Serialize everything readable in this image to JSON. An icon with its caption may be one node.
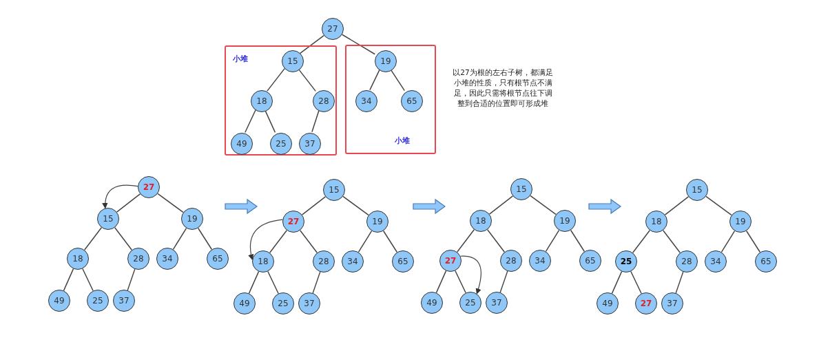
{
  "diagram": {
    "nodes": [
      {
        "text": [
          "27"
        ]
      },
      {
        "text": [
          "小堆"
        ]
      },
      {
        "text": [
          "15"
        ],
        "in": 1
      },
      {
        "text": [
          "18"
        ],
        "in": 1
      },
      {
        "text": [
          "28"
        ],
        "in": 1
      },
      {
        "text": [
          "49"
        ],
        "in": 1
      },
      {
        "text": [
          "25"
        ],
        "in": 1
      },
      {
        "text": [
          "37"
        ],
        "in": 1
      },
      {
        "text": [
          "小堆"
        ]
      },
      {
        "text": [
          "19"
        ],
        "in": 8
      },
      {
        "text": [
          "34"
        ],
        "in": 8
      },
      {
        "text": [
          "65"
        ],
        "in": 8
      },
      {
        "text": [
          "27"
        ]
      },
      {
        "text": [
          "15"
        ]
      },
      {
        "text": [
          "19"
        ]
      },
      {
        "text": [
          "18"
        ]
      },
      {
        "text": [
          "28"
        ]
      },
      {
        "text": [
          "34"
        ]
      },
      {
        "text": [
          "65"
        ]
      },
      {
        "text": [
          "49"
        ]
      },
      {
        "text": [
          "25"
        ]
      },
      {
        "text": [
          "37"
        ]
      },
      {
        "text": [
          "15"
        ]
      },
      {
        "text": [
          "27"
        ]
      },
      {
        "text": [
          "19"
        ]
      },
      {
        "text": [
          "18"
        ]
      },
      {
        "text": [
          "28"
        ]
      },
      {
        "text": [
          "34"
        ]
      },
      {
        "text": [
          "65"
        ]
      },
      {
        "text": [
          "49"
        ]
      },
      {
        "text": [
          "25"
        ]
      },
      {
        "text": [
          "37"
        ]
      },
      {
        "text": [
          "15"
        ]
      },
      {
        "text": [
          "18"
        ]
      },
      {
        "text": [
          "19"
        ]
      },
      {
        "text": [
          "27"
        ]
      },
      {
        "text": [
          "28"
        ]
      },
      {
        "text": [
          "34"
        ]
      },
      {
        "text": [
          "65"
        ]
      },
      {
        "text": [
          "49"
        ]
      },
      {
        "text": [
          "25"
        ]
      },
      {
        "text": [
          "37"
        ]
      },
      {
        "text": [
          "15"
        ]
      },
      {
        "text": [
          "18"
        ]
      },
      {
        "text": [
          "19"
        ]
      },
      {
        "text": [
          "25"
        ]
      },
      {
        "text": [
          "28"
        ]
      },
      {
        "text": [
          "34"
        ]
      },
      {
        "text": [
          "65"
        ]
      },
      {
        "text": [
          "49"
        ]
      },
      {
        "text": [
          "27"
        ]
      },
      {
        "text": [
          "37"
        ]
      }
    ],
    "edges": [
      {
        "from": 0,
        "to": 2,
        "arrow": "none"
      },
      {
        "from": 0,
        "to": 9,
        "arrow": "none"
      },
      {
        "from": 2,
        "to": 3,
        "arrow": "none"
      },
      {
        "from": 2,
        "to": 4,
        "arrow": "none"
      },
      {
        "from": 3,
        "to": 5,
        "arrow": "none"
      },
      {
        "from": 3,
        "to": 6,
        "arrow": "none"
      },
      {
        "from": 4,
        "to": 7,
        "arrow": "none"
      },
      {
        "from": 9,
        "to": 10,
        "arrow": "none"
      },
      {
        "from": 9,
        "to": 11,
        "arrow": "none"
      },
      {
        "from": 12,
        "to": 13,
        "arrow": "none"
      },
      {
        "from": 12,
        "to": 14,
        "arrow": "none"
      },
      {
        "from": 13,
        "to": 15,
        "arrow": "none"
      },
      {
        "from": 13,
        "to": 16,
        "arrow": "none"
      },
      {
        "from": 14,
        "to": 17,
        "arrow": "none"
      },
      {
        "from": 14,
        "to": 18,
        "arrow": "none"
      },
      {
        "from": 15,
        "to": 19,
        "arrow": "none"
      },
      {
        "from": 15,
        "to": 20,
        "arrow": "none"
      },
      {
        "from": 16,
        "to": 21,
        "arrow": "none"
      },
      {
        "from": 12,
        "to": 13,
        "arrow": "to"
      },
      {
        "from": 22,
        "to": 23,
        "arrow": "none"
      },
      {
        "from": 22,
        "to": 24,
        "arrow": "none"
      },
      {
        "from": 23,
        "to": 25,
        "arrow": "none"
      },
      {
        "from": 23,
        "to": 26,
        "arrow": "none"
      },
      {
        "from": 24,
        "to": 27,
        "arrow": "none"
      },
      {
        "from": 24,
        "to": 28,
        "arrow": "none"
      },
      {
        "from": 25,
        "to": 29,
        "arrow": "none"
      },
      {
        "from": 25,
        "to": 30,
        "arrow": "none"
      },
      {
        "from": 26,
        "to": 31,
        "arrow": "none"
      },
      {
        "from": 23,
        "to": 25,
        "arrow": "to"
      },
      {
        "from": 32,
        "to": 33,
        "arrow": "none"
      },
      {
        "from": 32,
        "to": 34,
        "arrow": "none"
      },
      {
        "from": 33,
        "to": 35,
        "arrow": "none"
      },
      {
        "from": 33,
        "to": 36,
        "arrow": "none"
      },
      {
        "from": 34,
        "to": 37,
        "arrow": "none"
      },
      {
        "from": 34,
        "to": 38,
        "arrow": "none"
      },
      {
        "from": 35,
        "to": 39,
        "arrow": "none"
      },
      {
        "from": 35,
        "to": 40,
        "arrow": "none"
      },
      {
        "from": 36,
        "to": 41,
        "arrow": "none"
      },
      {
        "from": 35,
        "to": 40,
        "arrow": "to"
      },
      {
        "from": 42,
        "to": 43,
        "arrow": "none"
      },
      {
        "from": 42,
        "to": 44,
        "arrow": "none"
      },
      {
        "from": 43,
        "to": 45,
        "arrow": "none"
      },
      {
        "from": 43,
        "to": 46,
        "arrow": "none"
      },
      {
        "from": 44,
        "to": 47,
        "arrow": "none"
      },
      {
        "from": 44,
        "to": 48,
        "arrow": "none"
      },
      {
        "from": 45,
        "to": 49,
        "arrow": "none"
      },
      {
        "from": 45,
        "to": 50,
        "arrow": "none"
      },
      {
        "from": 46,
        "to": 51,
        "arrow": "none"
      }
    ],
    "labels": [
      "以27为根的左右子树，都满足小堆的性质，只有根节点不满足，因此只需将根节点往下调整到合适的位置即可形成堆"
    ]
  }
}
